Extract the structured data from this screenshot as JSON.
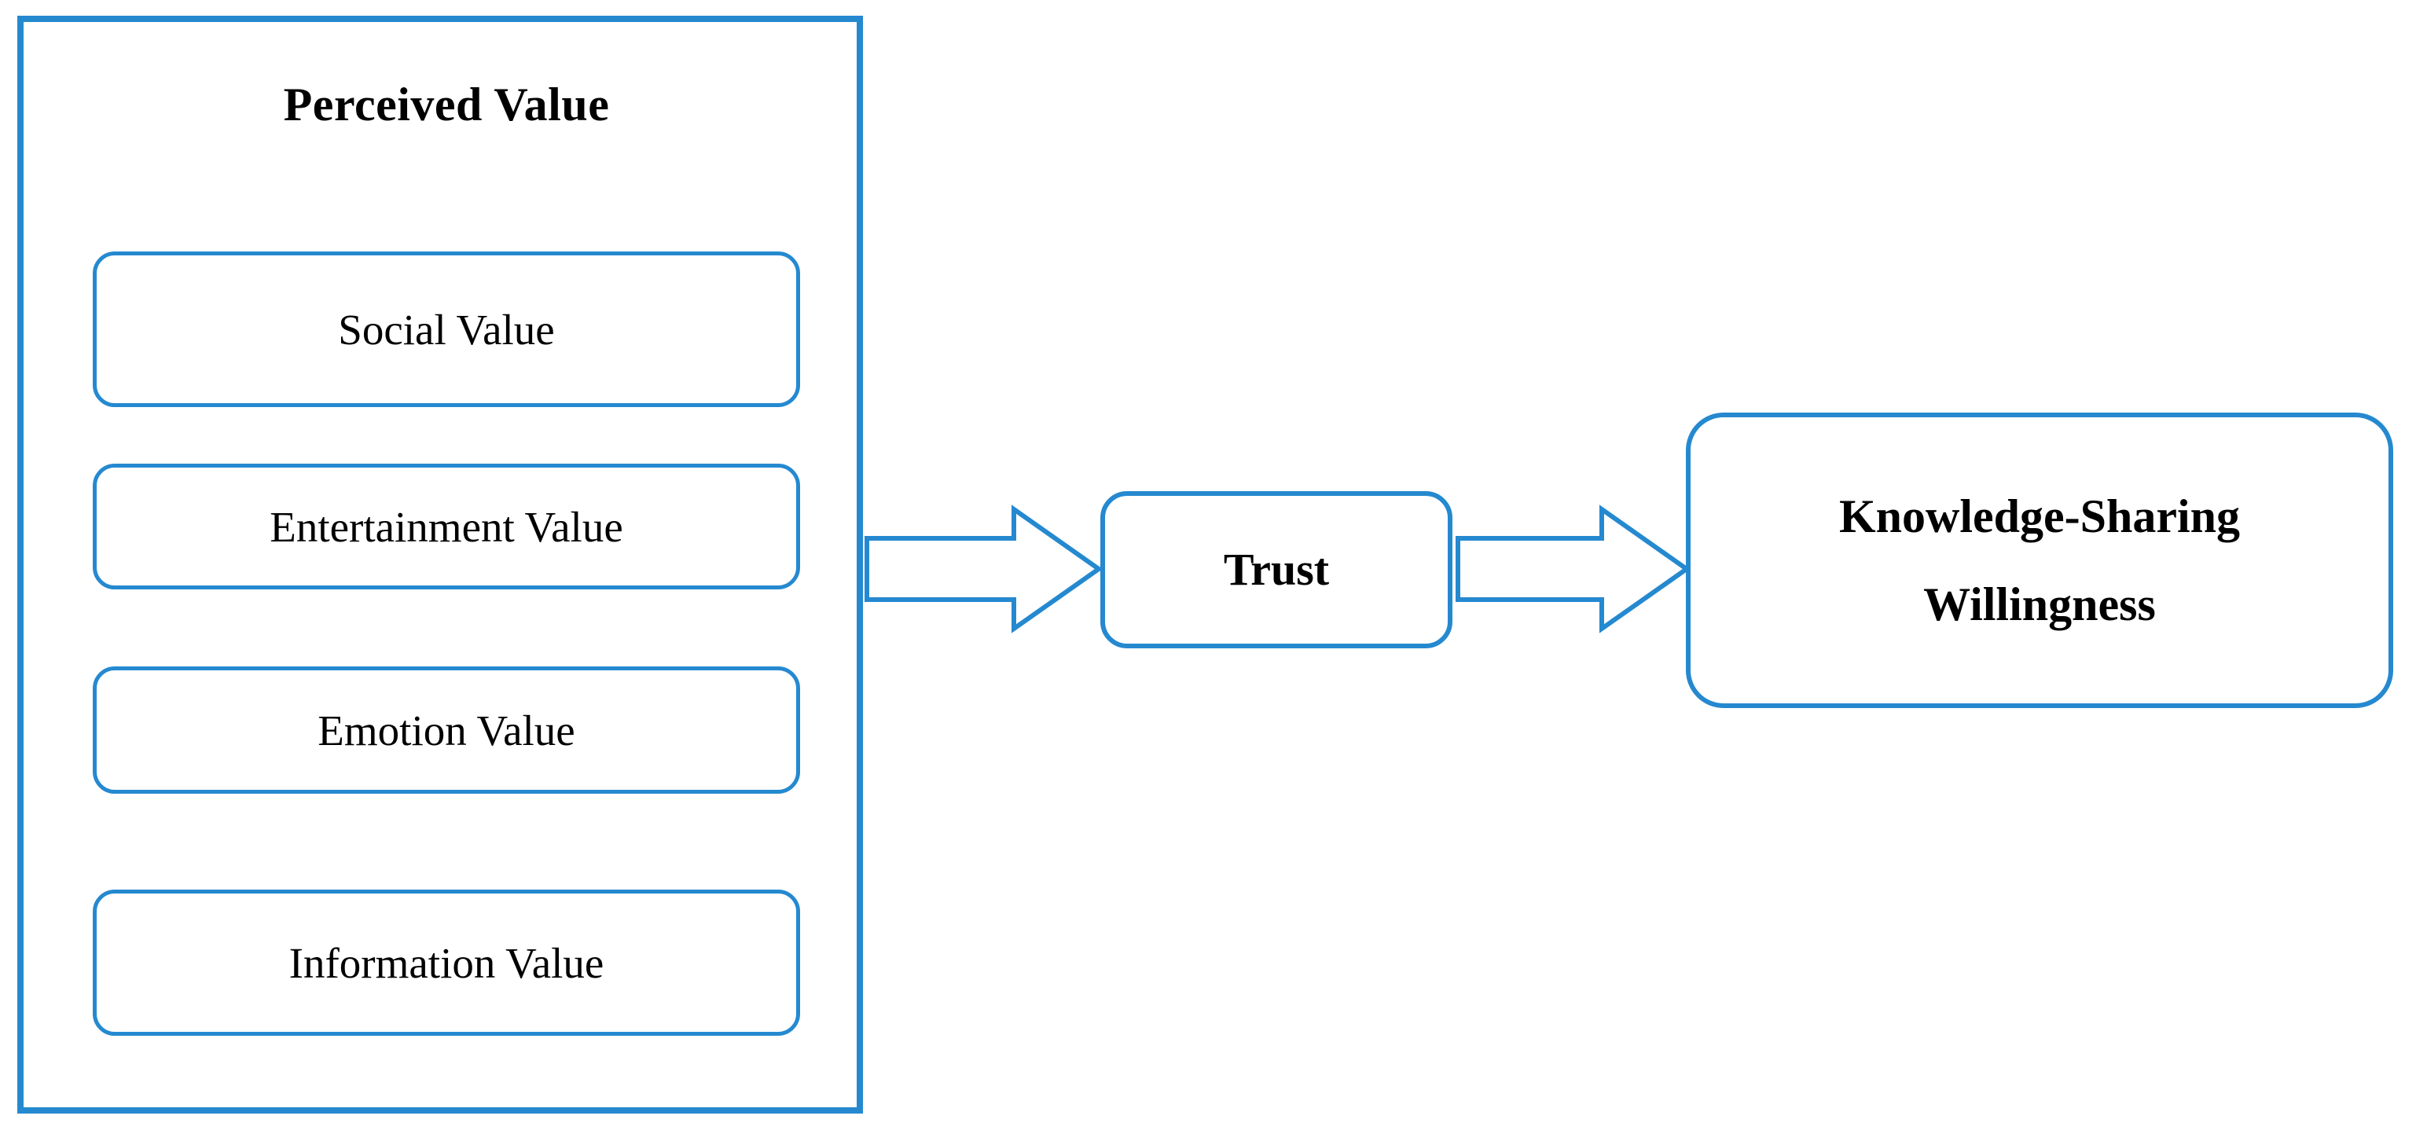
{
  "diagram": {
    "title": "Perceived Value research model",
    "type": "conceptual-model-flow",
    "colors": {
      "accent": "#2589D0",
      "text": "#000000",
      "background": "#FFFFFF"
    },
    "group": {
      "label": "Perceived Value",
      "items": [
        {
          "label": "Social Value"
        },
        {
          "label": "Entertainment Value"
        },
        {
          "label": "Emotion Value"
        },
        {
          "label": "Information Value"
        }
      ]
    },
    "nodes": {
      "mediator": {
        "label": "Trust"
      },
      "outcome": {
        "line_1": "Knowledge-Sharing",
        "line_2": "Willingness"
      }
    },
    "arrows": [
      {
        "name": "perceived-value-to-trust",
        "from": "Perceived Value",
        "to": "Trust",
        "direction": "right",
        "style": "outlined-block-arrow"
      },
      {
        "name": "trust-to-knowledge-sharing-willingness",
        "from": "Trust",
        "to": "Knowledge-Sharing Willingness",
        "direction": "right",
        "style": "outlined-block-arrow"
      }
    ]
  }
}
